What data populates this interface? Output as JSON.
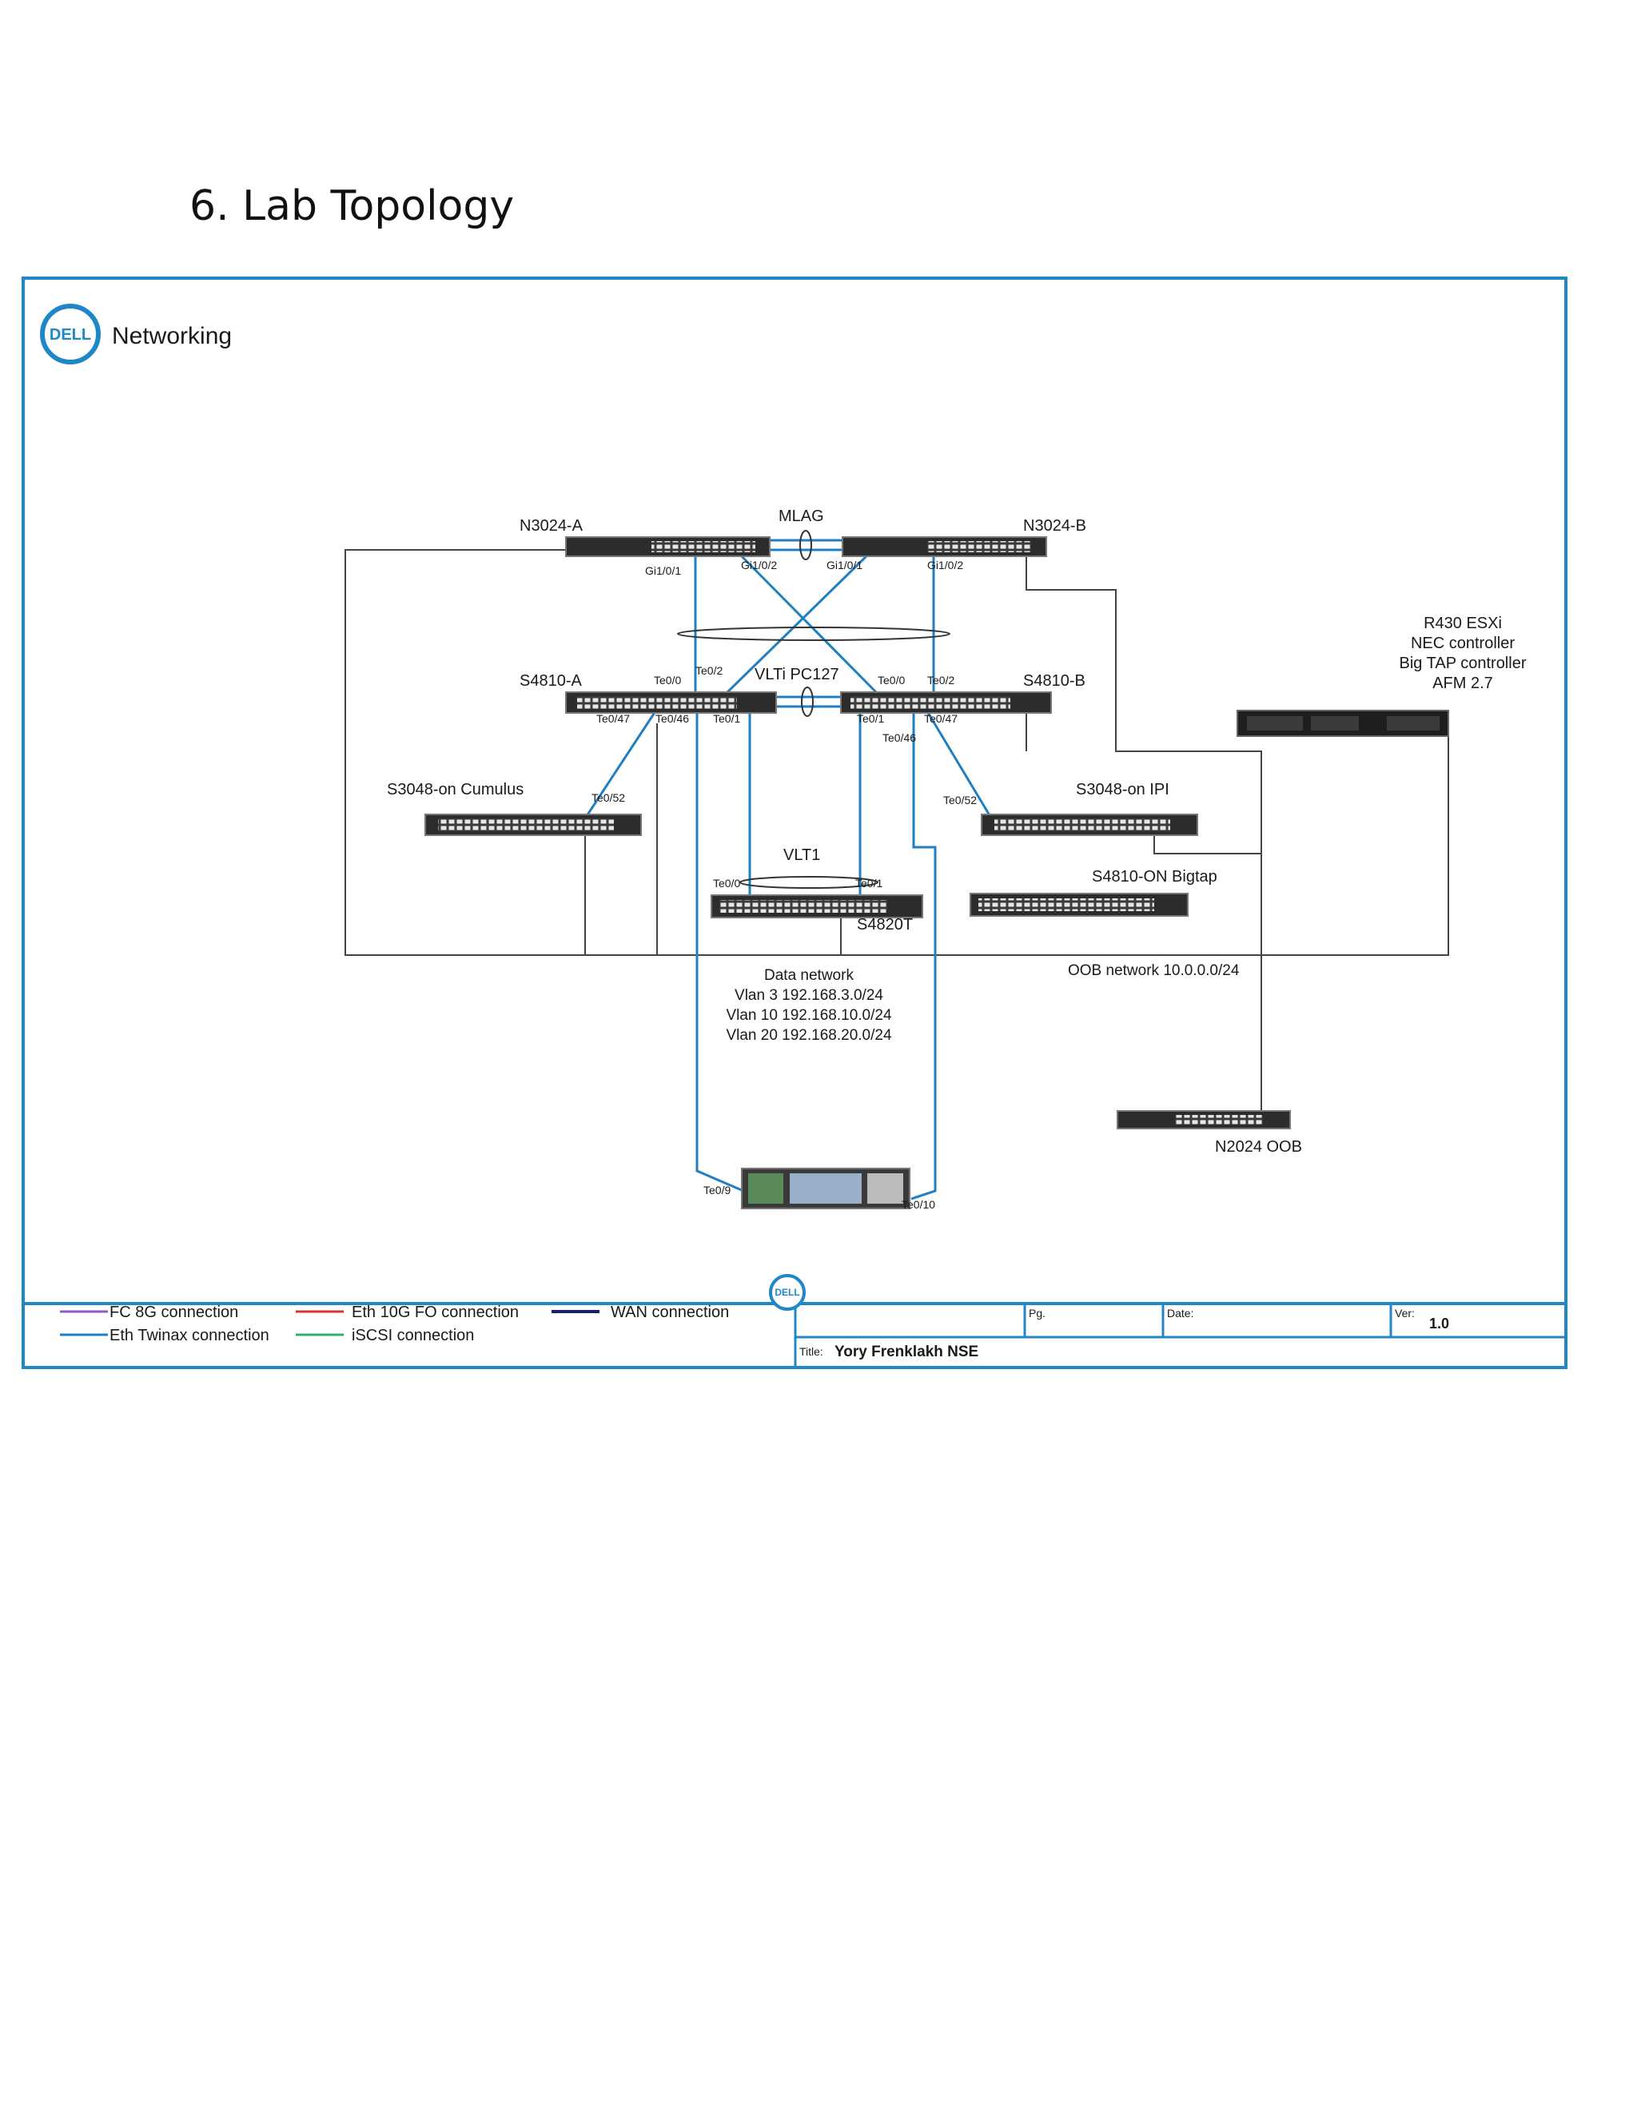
{
  "page": {
    "heading": "6. Lab Topology"
  },
  "brand": {
    "logo_text": "DELL",
    "label": "Networking"
  },
  "colors": {
    "frame": "#1f86c8",
    "twinax": "#1f7fc0",
    "oob": "#444444",
    "fc": "#8a5cc8",
    "fo": "#e03030",
    "wan": "#14206e",
    "iscsi": "#2fae6e"
  },
  "devices": {
    "n3024a": "N3024-A",
    "n3024b": "N3024-B",
    "s4810a": "S4810-A",
    "s4810b": "S4810-B",
    "s3048_cumulus": "S3048-on Cumulus",
    "s3048_ipi": "S3048-on IPI",
    "s4820t": "S4820T",
    "s4810_bigtap": "S4810-ON Bigtap",
    "n2024_oob": "N2024 OOB",
    "r430": [
      "R430 ESXi",
      "NEC controller",
      "Big TAP controller",
      "AFM 2.7"
    ]
  },
  "groups": {
    "mlag": "MLAG",
    "vlti": "VLTi PC127",
    "vlt1": "VLT1"
  },
  "ports": {
    "n3024a_gi1": "Gi1/0/1",
    "n3024a_gi2": "Gi1/0/2",
    "n3024b_gi1": "Gi1/0/1",
    "n3024b_gi2": "Gi1/0/2",
    "s4810a_te00": "Te0/0",
    "s4810a_te02": "Te0/2",
    "s4810a_te047": "Te0/47",
    "s4810a_te046": "Te0/46",
    "s4810a_te01": "Te0/1",
    "s4810b_te00": "Te0/0",
    "s4810b_te02": "Te0/2",
    "s4810b_te01": "Te0/1",
    "s4810b_te047": "Te0/47",
    "s4810b_te046": "Te0/46",
    "cumulus_te052": "Te0/52",
    "ipi_te052": "Te0/52",
    "s4820t_te00": "Te0/0",
    "s4820t_te01": "Te0/1",
    "server_te09": "Te0/9",
    "server_te010": "Te0/10"
  },
  "networks": {
    "data": [
      "Data network",
      "Vlan 3 192.168.3.0/24",
      "Vlan 10 192.168.10.0/24",
      "Vlan 20 192.168.20.0/24"
    ],
    "oob": "OOB network 10.0.0.0/24"
  },
  "legend": {
    "fc": "FC 8G connection",
    "twinax": "Eth Twinax connection",
    "fo": "Eth 10G FO connection",
    "iscsi": "iSCSI connection",
    "wan": "WAN connection"
  },
  "title_block": {
    "pg_label": "Pg.",
    "date_label": "Date:",
    "ver_label": "Ver:",
    "ver_value": "1.0",
    "title_label": "Title:",
    "title_value": "Yory Frenklakh NSE"
  }
}
